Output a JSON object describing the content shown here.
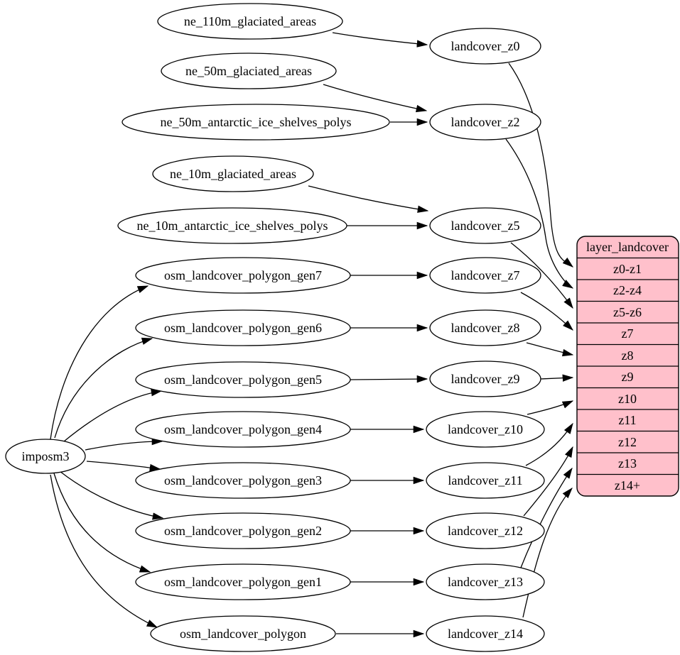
{
  "nodes": {
    "importer": "imposm3",
    "sources": [
      "ne_110m_glaciated_areas",
      "ne_50m_glaciated_areas",
      "ne_50m_antarctic_ice_shelves_polys",
      "ne_10m_glaciated_areas",
      "ne_10m_antarctic_ice_shelves_polys",
      "osm_landcover_polygon_gen7",
      "osm_landcover_polygon_gen6",
      "osm_landcover_polygon_gen5",
      "osm_landcover_polygon_gen4",
      "osm_landcover_polygon_gen3",
      "osm_landcover_polygon_gen2",
      "osm_landcover_polygon_gen1",
      "osm_landcover_polygon"
    ],
    "intermediates": [
      "landcover_z0",
      "landcover_z2",
      "landcover_z5",
      "landcover_z7",
      "landcover_z8",
      "landcover_z9",
      "landcover_z10",
      "landcover_z11",
      "landcover_z12",
      "landcover_z13",
      "landcover_z14"
    ]
  },
  "table": {
    "title": "layer_landcover",
    "fill_color": "#ffc0cb",
    "rows": [
      "z0-z1",
      "z2-z4",
      "z5-z6",
      "z7",
      "z8",
      "z9",
      "z10",
      "z11",
      "z12",
      "z13",
      "z14+"
    ]
  },
  "edges": [
    {
      "from": "ne_110m_glaciated_areas",
      "to": "landcover_z0"
    },
    {
      "from": "ne_50m_glaciated_areas",
      "to": "landcover_z2"
    },
    {
      "from": "ne_50m_antarctic_ice_shelves_polys",
      "to": "landcover_z2"
    },
    {
      "from": "ne_10m_glaciated_areas",
      "to": "landcover_z5"
    },
    {
      "from": "ne_10m_antarctic_ice_shelves_polys",
      "to": "landcover_z5"
    },
    {
      "from": "osm_landcover_polygon_gen7",
      "to": "landcover_z7"
    },
    {
      "from": "osm_landcover_polygon_gen6",
      "to": "landcover_z8"
    },
    {
      "from": "osm_landcover_polygon_gen5",
      "to": "landcover_z9"
    },
    {
      "from": "osm_landcover_polygon_gen4",
      "to": "landcover_z10"
    },
    {
      "from": "osm_landcover_polygon_gen3",
      "to": "landcover_z11"
    },
    {
      "from": "osm_landcover_polygon_gen2",
      "to": "landcover_z12"
    },
    {
      "from": "osm_landcover_polygon_gen1",
      "to": "landcover_z13"
    },
    {
      "from": "osm_landcover_polygon",
      "to": "landcover_z14"
    },
    {
      "from": "imposm3",
      "to": "osm_landcover_polygon_gen7"
    },
    {
      "from": "imposm3",
      "to": "osm_landcover_polygon_gen6"
    },
    {
      "from": "imposm3",
      "to": "osm_landcover_polygon_gen5"
    },
    {
      "from": "imposm3",
      "to": "osm_landcover_polygon_gen4"
    },
    {
      "from": "imposm3",
      "to": "osm_landcover_polygon_gen3"
    },
    {
      "from": "imposm3",
      "to": "osm_landcover_polygon_gen2"
    },
    {
      "from": "imposm3",
      "to": "osm_landcover_polygon_gen1"
    },
    {
      "from": "imposm3",
      "to": "osm_landcover_polygon"
    },
    {
      "from": "landcover_z0",
      "to": "layer_landcover:z0-z1"
    },
    {
      "from": "landcover_z2",
      "to": "layer_landcover:z2-z4"
    },
    {
      "from": "landcover_z5",
      "to": "layer_landcover:z5-z6"
    },
    {
      "from": "landcover_z7",
      "to": "layer_landcover:z7"
    },
    {
      "from": "landcover_z8",
      "to": "layer_landcover:z8"
    },
    {
      "from": "landcover_z9",
      "to": "layer_landcover:z9"
    },
    {
      "from": "landcover_z10",
      "to": "layer_landcover:z10"
    },
    {
      "from": "landcover_z11",
      "to": "layer_landcover:z11"
    },
    {
      "from": "landcover_z12",
      "to": "layer_landcover:z12"
    },
    {
      "from": "landcover_z13",
      "to": "layer_landcover:z13"
    },
    {
      "from": "landcover_z14",
      "to": "layer_landcover:z14+"
    }
  ]
}
